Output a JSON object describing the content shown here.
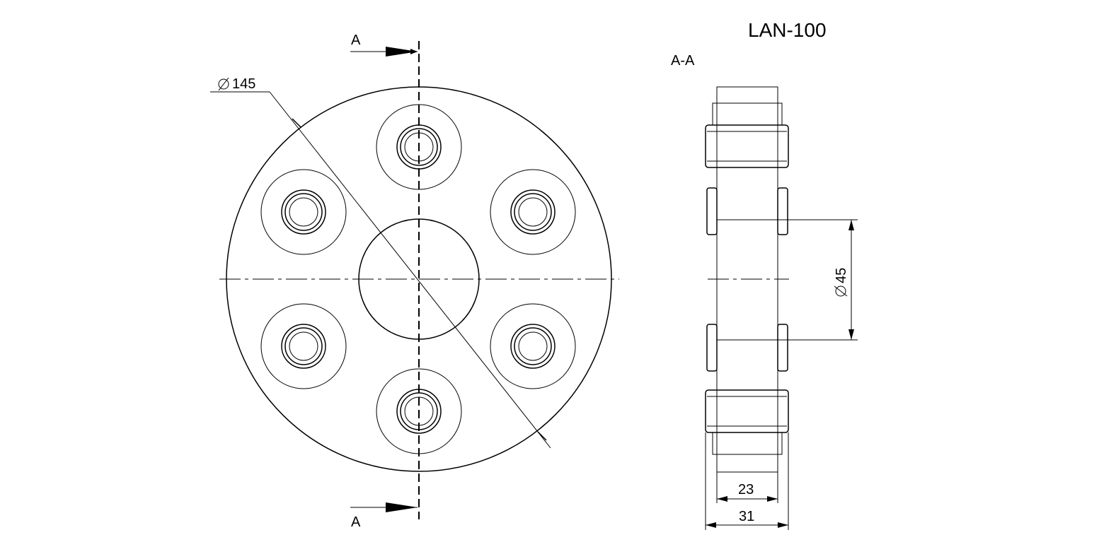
{
  "title": "LAN-100",
  "section_label": "A-A",
  "cut_marker_top": "A",
  "cut_marker_bottom": "A",
  "dimensions": {
    "outer_diameter": "145",
    "bore_diameter": "45",
    "inner_width": "23",
    "outer_width": "31"
  }
}
